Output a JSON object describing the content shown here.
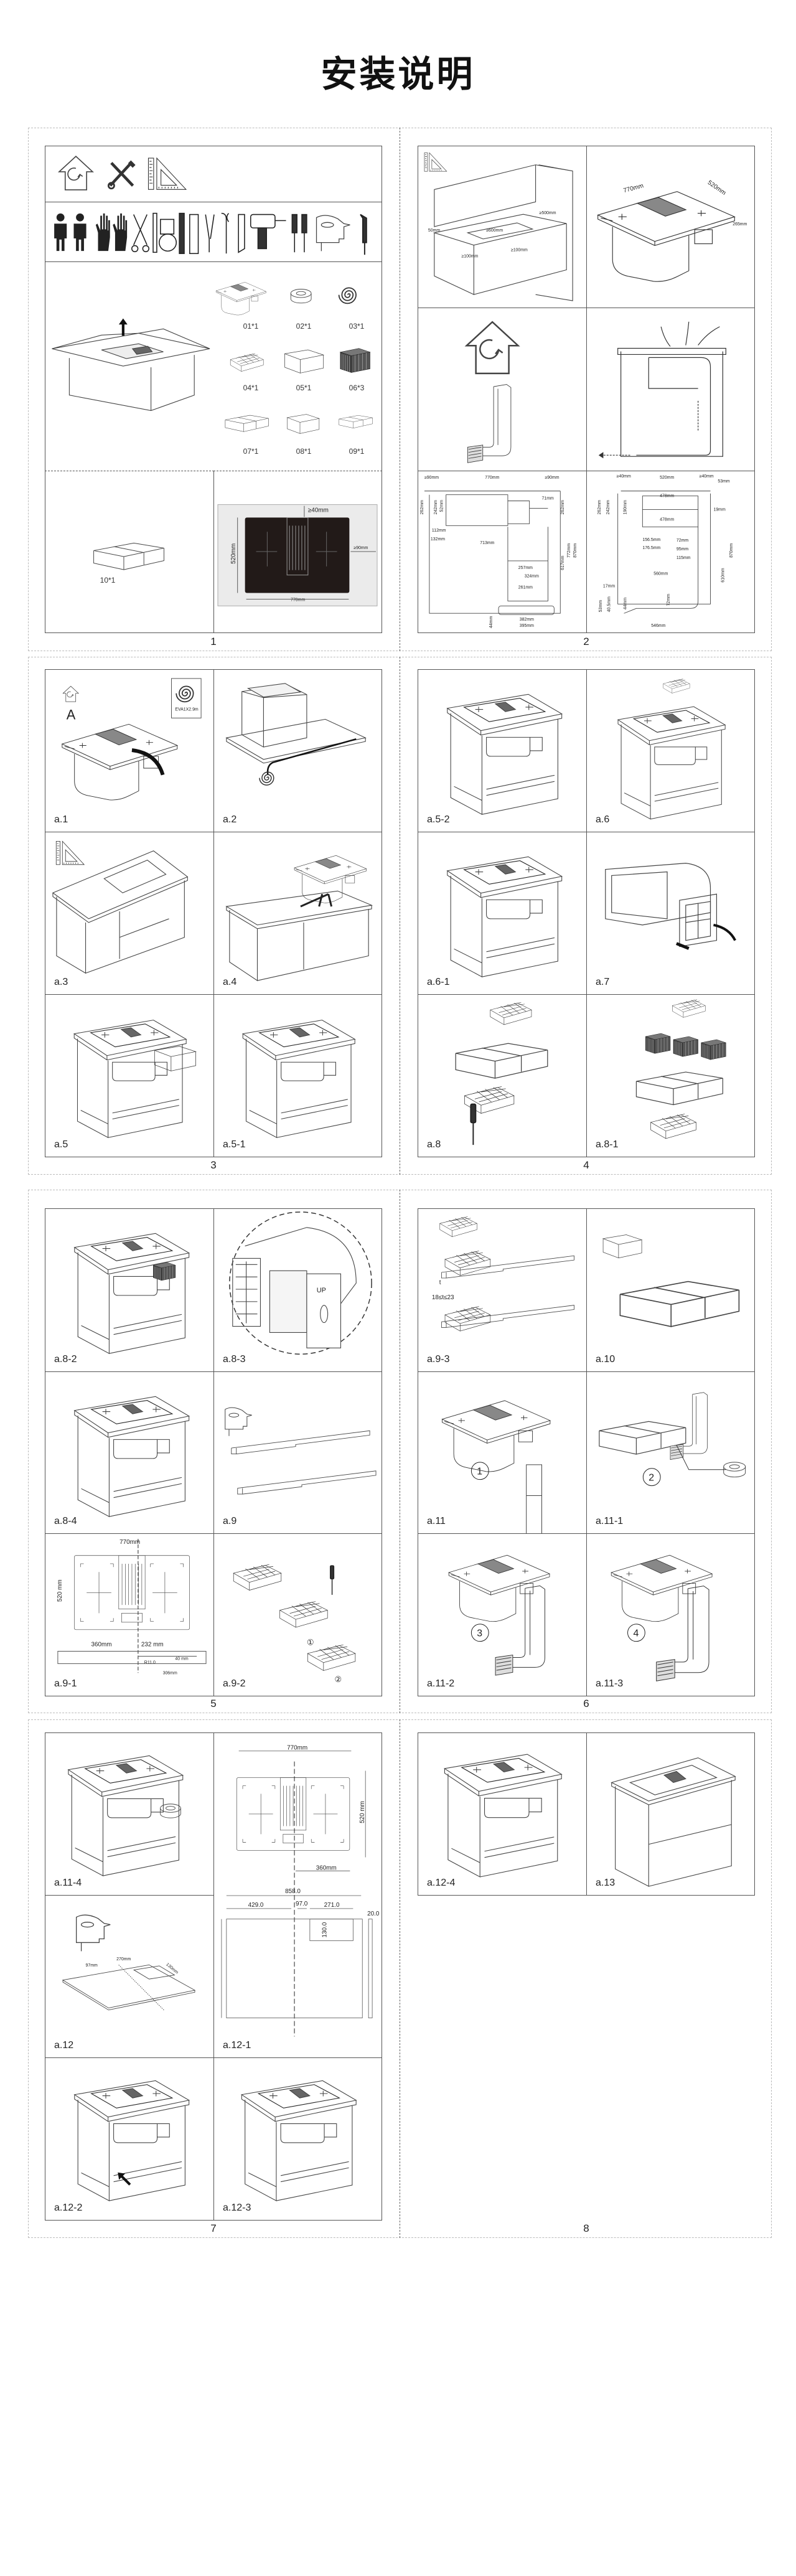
{
  "title": "安装说明",
  "pages": [
    "1",
    "2",
    "3",
    "4",
    "5",
    "6",
    "7",
    "8"
  ],
  "parts": [
    "01*1",
    "02*1",
    "03*1",
    "04*1",
    "05*1",
    "06*3",
    "07*1",
    "08*1",
    "09*1",
    "10*1"
  ],
  "p1_dims": {
    "top": "≥40mm",
    "height": "520mm",
    "side": "≥90mm",
    "width": "770mm"
  },
  "p2_kitchen_dims": {
    "h": "≥500mm",
    "a": "50mm",
    "b": "≥600mm",
    "c": "≥100mm",
    "d": "≥100mm"
  },
  "p2_hob_dims": {
    "w": "770mm",
    "d": "520mm",
    "h": "265mm"
  },
  "p2_side_dims": [
    "≥90mm",
    "770mm",
    "≥90mm",
    "262mm",
    "242mm",
    "52mm",
    "112mm",
    "132mm",
    "713mm",
    "71mm",
    "262mm",
    "617mm",
    "772mm",
    "870mm",
    "257mm",
    "324mm",
    "261mm",
    "382mm",
    "395mm",
    "44mm"
  ],
  "p2_front_dims": [
    "≥40mm",
    "520mm",
    "≥40mm",
    "53mm",
    "262mm",
    "242mm",
    "190mm",
    "478mm",
    "478mm",
    "19mm",
    "156.5mm",
    "176.5mm",
    "72mm",
    "95mm",
    "115mm",
    "560mm",
    "610mm",
    "870mm",
    "17mm",
    "53mm",
    "40.5mm",
    "44mm",
    "72mm",
    "546mm"
  ],
  "a1": {
    "letter": "A",
    "cable": "EVA1X2.9m"
  },
  "a83_up": "UP",
  "a93_t": "t",
  "a93_range": "18≤t≤23",
  "a91_dims": {
    "w": "770mm",
    "h": "520 mm",
    "l": "360mm",
    "r": "232 mm",
    "radius": "R11.0",
    "depth": "40 mm",
    "cut": "306mm"
  },
  "a92_steps": [
    "①",
    "②"
  ],
  "a11_steps": [
    "1",
    "2",
    "3",
    "4"
  ],
  "a12_dims": {
    "a": "97mm",
    "b": "270mm",
    "c": "130mm"
  },
  "a121_dims": {
    "w": "770mm",
    "h": "520 mm",
    "r": "360mm",
    "total": "858.0",
    "half": "429.0",
    "gap": "97.0",
    "cut": "271.0",
    "thick": "20.0",
    "depth": "130.0"
  },
  "steps": {
    "a1": "a.1",
    "a2": "a.2",
    "a3": "a.3",
    "a4": "a.4",
    "a5": "a.5",
    "a5_1": "a.5-1",
    "a5_2": "a.5-2",
    "a6": "a.6",
    "a6_1": "a.6-1",
    "a7": "a.7",
    "a8": "a.8",
    "a8_1": "a.8-1",
    "a8_2": "a.8-2",
    "a8_3": "a.8-3",
    "a8_4": "a.8-4",
    "a9": "a.9",
    "a9_1": "a.9-1",
    "a9_2": "a.9-2",
    "a9_3": "a.9-3",
    "a10": "a.10",
    "a11": "a.11",
    "a11_1": "a.11-1",
    "a11_2": "a.11-2",
    "a11_3": "a.11-3",
    "a11_4": "a.11-4",
    "a12": "a.12",
    "a12_1": "a.12-1",
    "a12_2": "a.12-2",
    "a12_3": "a.12-3",
    "a12_4": "a.12-4",
    "a13": "a.13"
  }
}
